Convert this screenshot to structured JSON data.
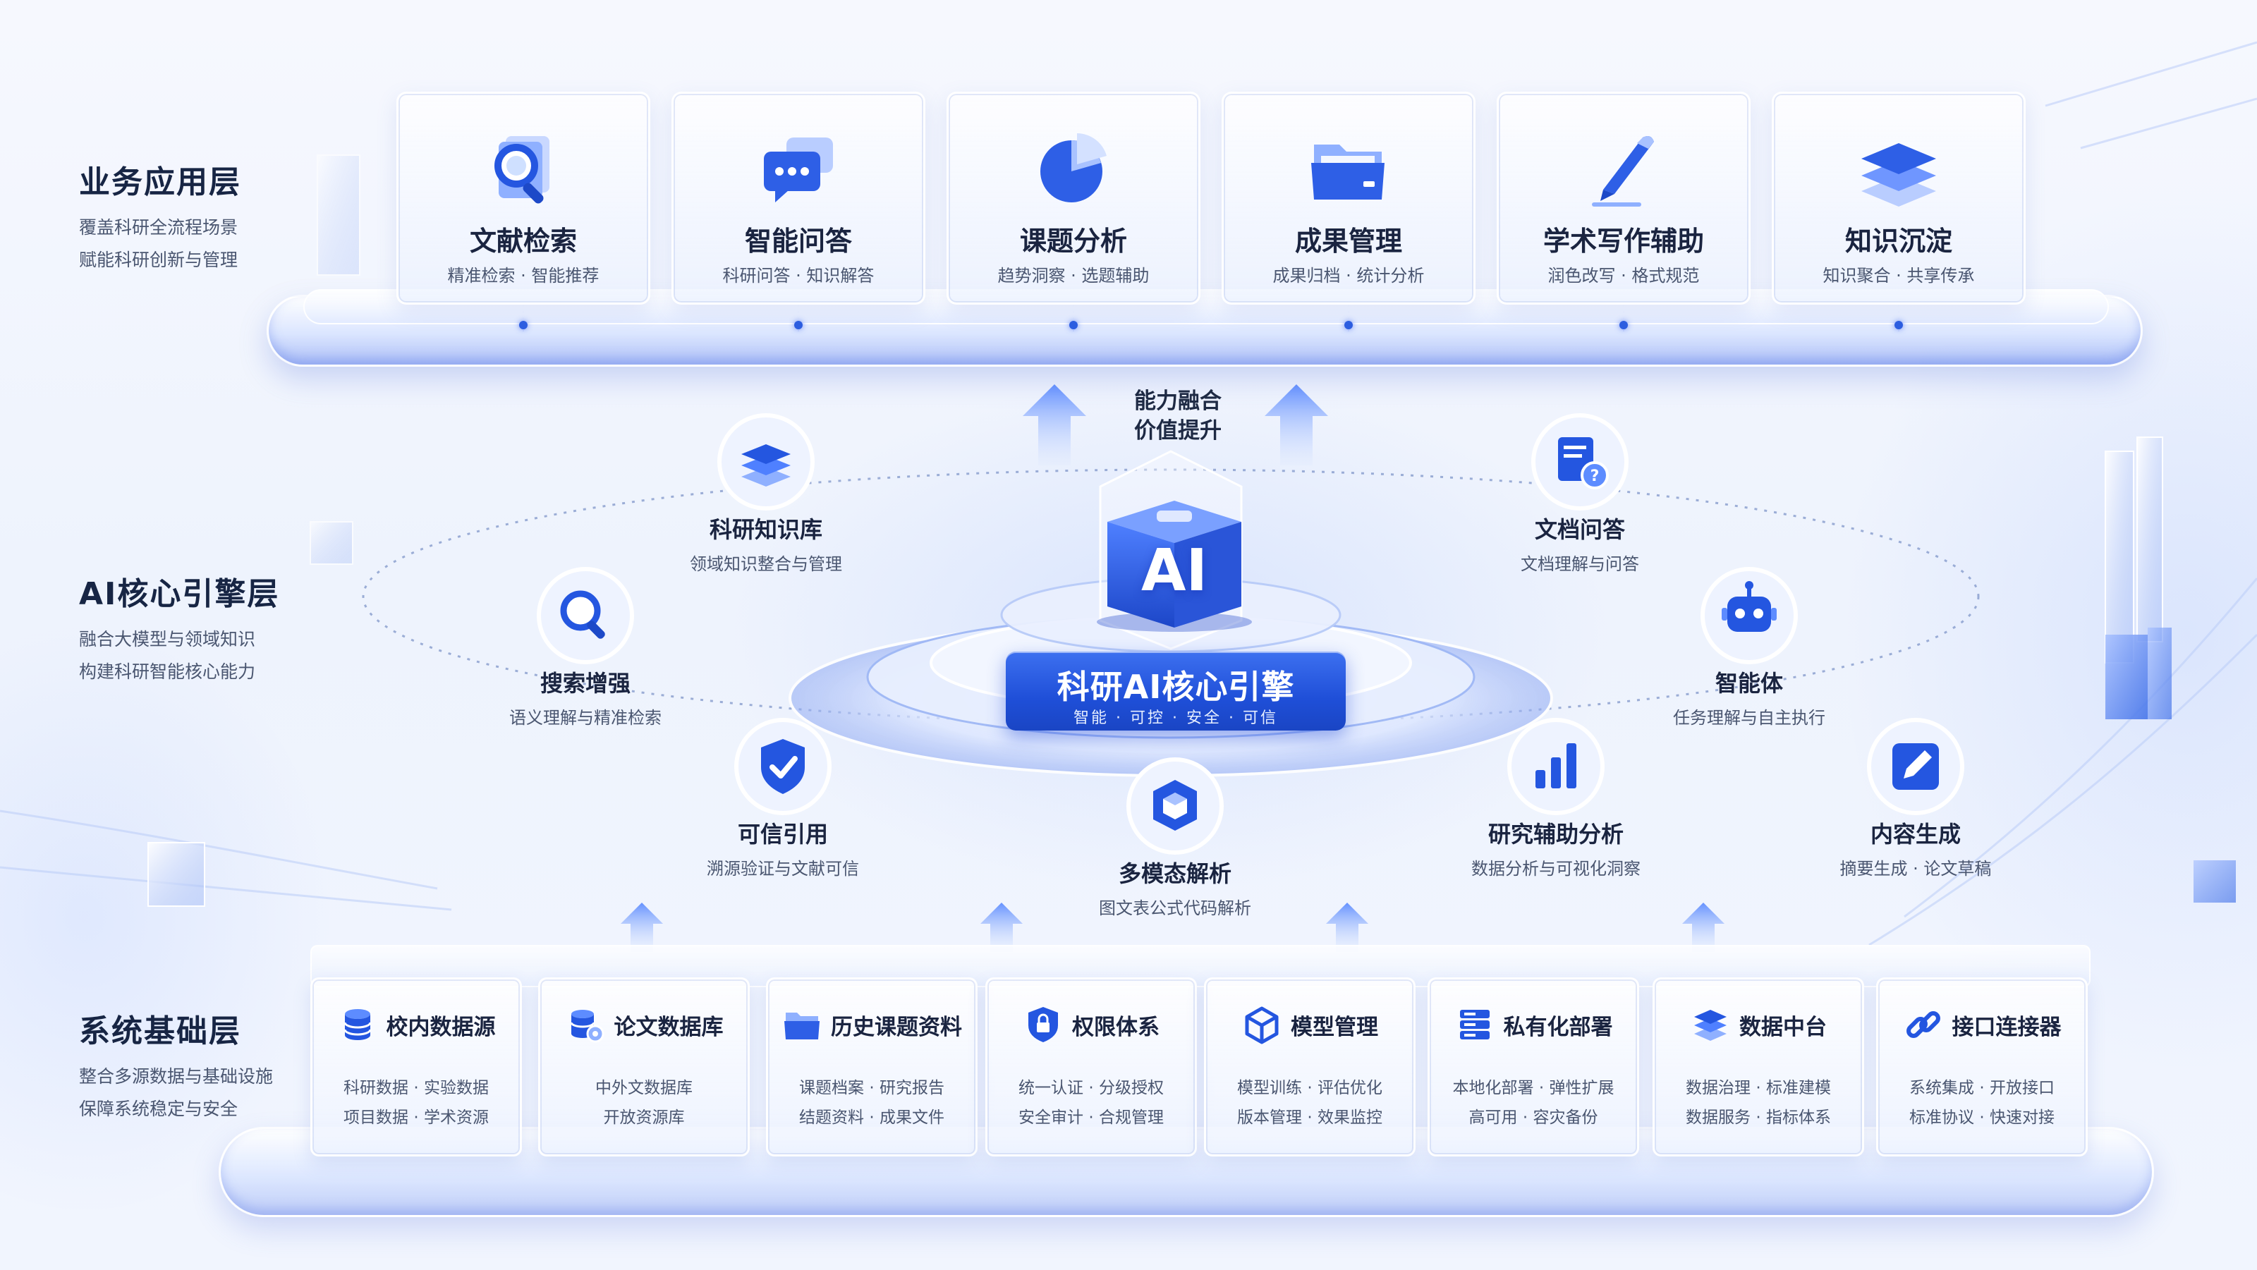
{
  "layers": {
    "application": {
      "title": "业务应用层",
      "desc": [
        "覆盖科研全流程场景",
        "赋能科研创新与管理"
      ]
    },
    "engine": {
      "title": "AI核心引擎层",
      "desc": [
        "融合大模型与领域知识",
        "构建科研智能核心能力"
      ]
    },
    "foundation": {
      "title": "系统基础层",
      "desc": [
        "整合多源数据与基础设施",
        "保障系统稳定与安全"
      ]
    }
  },
  "applications": [
    {
      "title": "文献检索",
      "sub": "精准检索 · 智能推荐",
      "icon": "search-document-icon"
    },
    {
      "title": "智能问答",
      "sub": "科研问答 · 知识解答",
      "icon": "chat-bubble-icon"
    },
    {
      "title": "课题分析",
      "sub": "趋势洞察 · 选题辅助",
      "icon": "pie-chart-icon"
    },
    {
      "title": "成果管理",
      "sub": "成果归档 · 统计分析",
      "icon": "folder-icon"
    },
    {
      "title": "学术写作辅助",
      "sub": "润色改写 · 格式规范",
      "icon": "pen-icon"
    },
    {
      "title": "知识沉淀",
      "sub": "知识聚合 · 共享传承",
      "icon": "layers-icon"
    }
  ],
  "flow_label": [
    "能力融合",
    "价值提升"
  ],
  "core": {
    "badge": "AI",
    "title": "科研AI核心引擎",
    "subtitle": "智能 · 可控 · 安全 · 可信"
  },
  "capabilities": [
    {
      "id": "kb",
      "title": "科研知识库",
      "sub": "领域知识整合与管理",
      "icon": "database-stack-icon"
    },
    {
      "id": "docqa",
      "title": "文档问答",
      "sub": "文档理解与问答",
      "icon": "document-question-icon"
    },
    {
      "id": "search",
      "title": "搜索增强",
      "sub": "语义理解与精准检索",
      "icon": "search-icon"
    },
    {
      "id": "agent",
      "title": "智能体",
      "sub": "任务理解与自主执行",
      "icon": "robot-icon"
    },
    {
      "id": "cite",
      "title": "可信引用",
      "sub": "溯源验证与文献可信",
      "icon": "shield-check-icon"
    },
    {
      "id": "multimodal",
      "title": "多模态解析",
      "sub": "图文表公式代码解析",
      "icon": "cube-icon"
    },
    {
      "id": "analysis",
      "title": "研究辅助分析",
      "sub": "数据分析与可视化洞察",
      "icon": "bar-chart-icon"
    },
    {
      "id": "gen",
      "title": "内容生成",
      "sub": "摘要生成 · 论文草稿",
      "icon": "edit-icon"
    }
  ],
  "foundations": [
    {
      "title": "校内数据源",
      "lines": [
        "科研数据 · 实验数据",
        "项目数据 · 学术资源"
      ],
      "icon": "database-icon"
    },
    {
      "title": "论文数据库",
      "lines": [
        "中外文数据库",
        "开放资源库"
      ],
      "icon": "database-settings-icon"
    },
    {
      "title": "历史课题资料",
      "lines": [
        "课题档案 · 研究报告",
        "结题资料 · 成果文件"
      ],
      "icon": "folder-icon"
    },
    {
      "title": "权限体系",
      "lines": [
        "统一认证 · 分级授权",
        "安全审计 · 合规管理"
      ],
      "icon": "lock-shield-icon"
    },
    {
      "title": "模型管理",
      "lines": [
        "模型训练 · 评估优化",
        "版本管理 · 效果监控"
      ],
      "icon": "model-cube-icon"
    },
    {
      "title": "私有化部署",
      "lines": [
        "本地化部署 · 弹性扩展",
        "高可用 · 容灾备份"
      ],
      "icon": "server-icon"
    },
    {
      "title": "数据中台",
      "lines": [
        "数据治理 · 标准建模",
        "数据服务 · 指标体系"
      ],
      "icon": "layers-icon"
    },
    {
      "title": "接口连接器",
      "lines": [
        "系统集成 · 开放接口",
        "标准协议 · 快速对接"
      ],
      "icon": "link-icon"
    }
  ],
  "colors": {
    "accent": "#2456e0",
    "accent_light": "#5d8cff",
    "text": "#1a2440",
    "muted": "#4a5670"
  }
}
